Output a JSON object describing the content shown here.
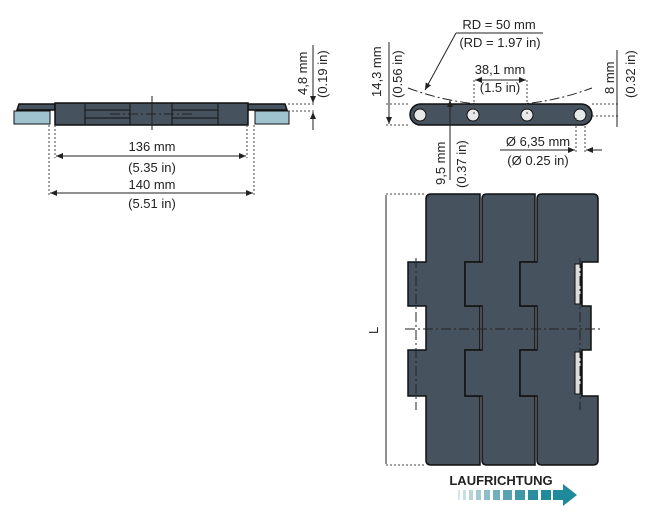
{
  "side_view": {
    "thickness_mm": "4,8 mm",
    "thickness_in": "(0.19 in)",
    "inner_width_mm": "136 mm",
    "inner_width_in": "(5.35 in)",
    "outer_width_mm": "140 mm",
    "outer_width_in": "(5.51 in)"
  },
  "profile_view": {
    "radius_mm": "RD = 50 mm",
    "radius_in": "(RD = 1.97 in)",
    "height_mm": "14,3 mm",
    "height_in": "(0.56 in)",
    "pitch_mm": "38,1 mm",
    "pitch_in": "(1.5 in)",
    "pin_height_mm": "8 mm",
    "pin_height_in": "(0.32 in)",
    "pin_dia_mm": "Ø 6,35 mm",
    "pin_dia_in": "(Ø 0.25 in)",
    "link_height_mm": "9,5 mm",
    "link_height_in": "(0.37 in)"
  },
  "top_view": {
    "length_label": "L",
    "direction_label": "LAUFRICHTUNG"
  },
  "colors": {
    "body": "#46535f",
    "insert": "#9fc3cf",
    "arrow": "#1f8a9a"
  }
}
